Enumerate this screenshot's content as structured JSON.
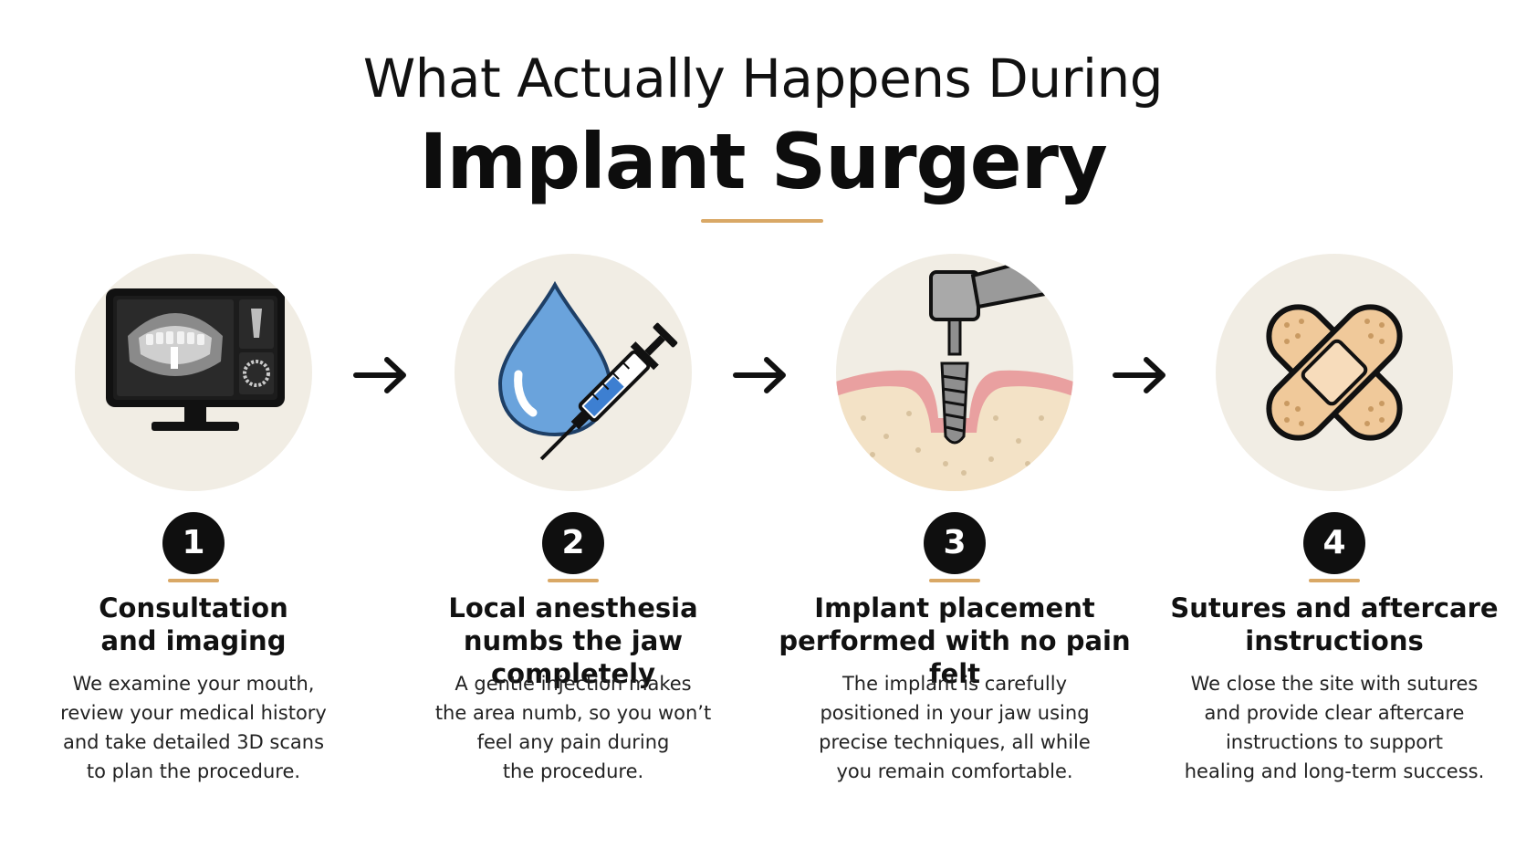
{
  "title": {
    "line1": "What Actually Happens During",
    "line2": "Implant Surgery"
  },
  "colors": {
    "accent": "#d9a866",
    "circle_bg": "#f1ede4",
    "badge": "#0f0f0f",
    "drop": "#6aa3dc",
    "gum": "#e9a0a0",
    "bandage": "#f0c99a"
  },
  "steps": [
    {
      "number": "1",
      "icon": "monitor-xray-icon",
      "heading": "Consultation\nand imaging",
      "body": "We examine your mouth,\nreview your medical history\nand take detailed 3D scans\nto plan the procedure."
    },
    {
      "number": "2",
      "icon": "drop-syringe-icon",
      "heading": "Local anesthesia\nnumbs the jaw completely",
      "body": "A gentle injection makes\nthe area numb, so you won’t\nfeel any pain during\nthe procedure."
    },
    {
      "number": "3",
      "icon": "implant-drill-icon",
      "heading": "Implant placement\nperformed with no pain felt",
      "body": "The implant is carefully\npositioned in your jaw using\nprecise techniques, all while\nyou remain comfortable."
    },
    {
      "number": "4",
      "icon": "bandage-icon",
      "heading": "Sutures and aftercare\ninstructions",
      "body": "We close the site with sutures\nand provide clear aftercare\ninstructions to support\nhealing and long-term success."
    }
  ],
  "arrows": [
    "arrow-right-icon",
    "arrow-right-icon",
    "arrow-right-icon"
  ]
}
